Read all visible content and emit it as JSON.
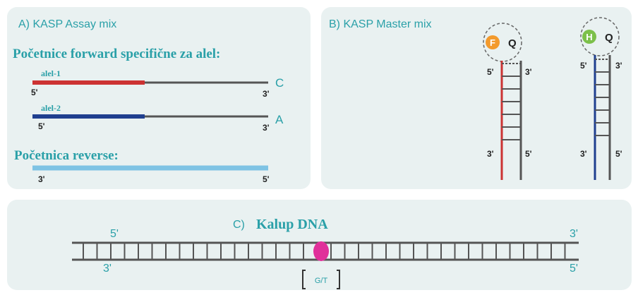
{
  "panel_a": {
    "title": "A) KASP Assay mix",
    "forward_heading": "Početnice forward specifične za alel:",
    "allele1": {
      "label": "alel-1",
      "end5": "5'",
      "end3": "3'",
      "base": "C",
      "color": "#cc3333"
    },
    "allele2": {
      "label": "alel-2",
      "end5": "5'",
      "end3": "3'",
      "base": "A",
      "color": "#1f3f8f"
    },
    "reverse_heading": "Početnica reverse:",
    "reverse": {
      "end3": "3'",
      "end5": "5'",
      "color": "#7ec3e4"
    }
  },
  "panel_b": {
    "title": "B) KASP Master mix",
    "cassette1": {
      "fluor": "F",
      "quencher": "Q",
      "fluor_color": "#f39a2c",
      "strand_color": "#cc3333",
      "top_left": "5'",
      "top_right": "3'",
      "bottom_left": "3'",
      "bottom_right": "5'"
    },
    "cassette2": {
      "fluor": "H",
      "quencher": "Q",
      "fluor_color": "#7cc04a",
      "strand_color": "#1f3f8f",
      "top_left": "5'",
      "top_right": "3'",
      "bottom_left": "3'",
      "bottom_right": "5'"
    }
  },
  "panel_c": {
    "prefix": "C)",
    "title": "Kalup DNA",
    "top_left": "5'",
    "top_right": "3'",
    "bottom_left": "3'",
    "bottom_right": "5'",
    "snp": "G/T",
    "snp_color": "#e0309a"
  },
  "colors": {
    "panel_bg": "#e9f1f1",
    "heading": "#2aa0a8",
    "strand": "#555555"
  }
}
